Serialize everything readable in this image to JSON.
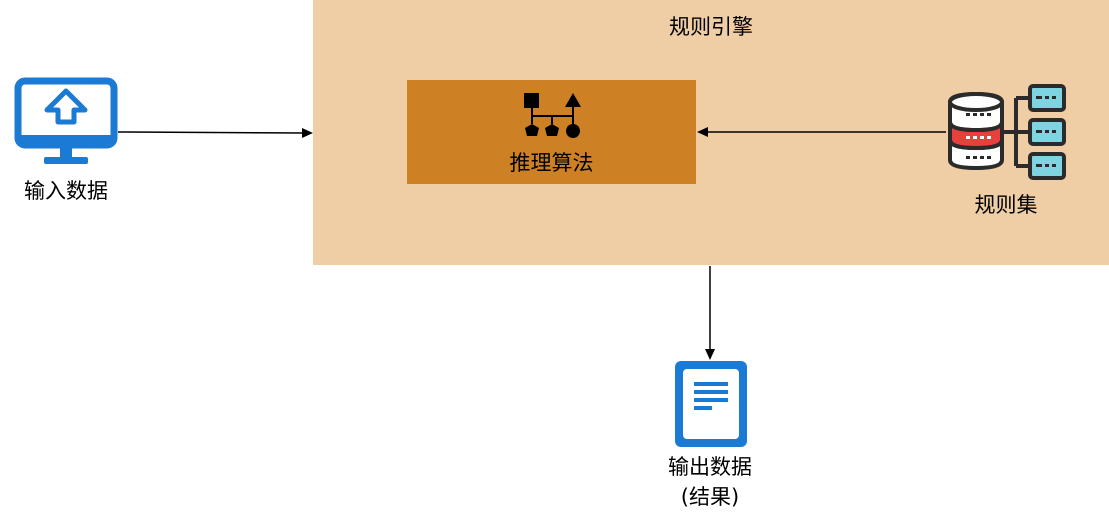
{
  "engine": {
    "title": "规则引擎",
    "algorithm_label": "推理算法"
  },
  "input": {
    "label": "输入数据"
  },
  "rules": {
    "label": "规则集"
  },
  "output": {
    "label": "输出数据",
    "sublabel": "(结果)"
  },
  "colors": {
    "engine_bg": "#efcda5",
    "algorithm_bg": "#cd8024",
    "icon_blue": "#1a7ad4",
    "db_red": "#e8413c",
    "db_cyan": "#7ed4e0",
    "db_outline": "#2b2b2b"
  },
  "icons": {
    "input": "monitor-upload-icon",
    "algorithm": "shapes-hierarchy-icon",
    "rules": "database-servers-icon",
    "output": "document-icon"
  }
}
